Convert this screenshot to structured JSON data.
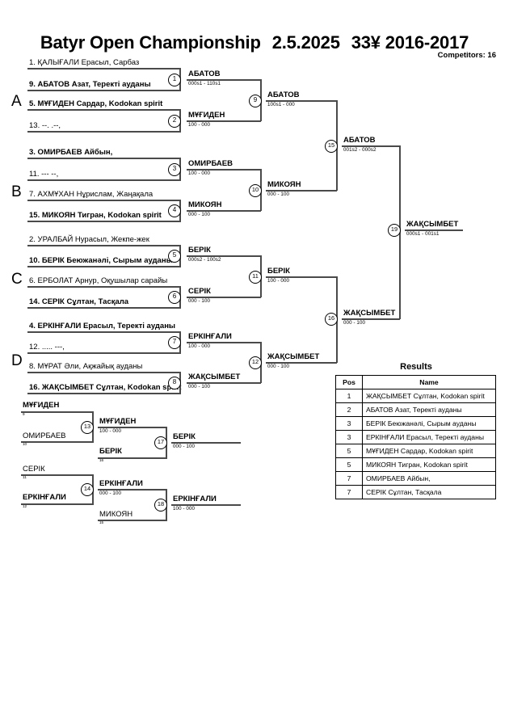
{
  "header": {
    "tournament": "Batyr Open Championship",
    "date": "2.5.2025",
    "category": "33¥ 2016-2017",
    "competitors_label": "Competitors: 16"
  },
  "group_labels": [
    "A",
    "B",
    "C",
    "D"
  ],
  "entrants": [
    {
      "seed": "1.",
      "text": "1. ҚАЛЫҒАЛИ Ерасыл, Сарбаз",
      "bold": false
    },
    {
      "seed": "9.",
      "text": "9. АБАТОВ Азат, Теректі ауданы",
      "bold": true
    },
    {
      "seed": "5.",
      "text": "5. МҰҒИДЕН Сардар, Kodokan spirit",
      "bold": true
    },
    {
      "seed": "13.",
      "text": "13. --. .--,",
      "bold": false
    },
    {
      "seed": "3.",
      "text": "3. ОМИРБАЕВ Айбын,",
      "bold": true
    },
    {
      "seed": "11.",
      "text": "11. --- --,",
      "bold": false
    },
    {
      "seed": "7.",
      "text": "7. АХМҰХАН Нұрислам, Жаңақала",
      "bold": false
    },
    {
      "seed": "15.",
      "text": "15. МИКОЯН Тигран, Kodokan spirit",
      "bold": true
    },
    {
      "seed": "2.",
      "text": "2. УРАЛБАЙ Нурасыл, Жекпе-жек",
      "bold": false
    },
    {
      "seed": "10.",
      "text": "10. БЕРІК Беюжанәлі, Сырым ауданы",
      "bold": true
    },
    {
      "seed": "6.",
      "text": "6. ЕРБОЛАТ Арнур, Оқушылар сарайы",
      "bold": false
    },
    {
      "seed": "14.",
      "text": "14. СЕРІК Сұлтан, Тасқала",
      "bold": true
    },
    {
      "seed": "4.",
      "text": "4. ЕРКІНҒАЛИ Ерасыл, Теректі ауданы",
      "bold": true
    },
    {
      "seed": "12.",
      "text": "12. ..... ---,",
      "bold": false
    },
    {
      "seed": "8.",
      "text": "8. МҰРАТ Әли, Ақжайық ауданы",
      "bold": false
    },
    {
      "seed": "16.",
      "text": "16. ЖАҚСЫМБЕТ Сұлтан, Kodokan spirit",
      "bold": true
    }
  ],
  "matches": {
    "m1": {
      "num": "1",
      "winner": "АБАТОВ",
      "score": "000s1 - 110s1"
    },
    "m2": {
      "num": "2",
      "winner": "МҰҒИДЕН",
      "score": "100 - 000"
    },
    "m3": {
      "num": "3",
      "winner": "ОМИРБАЕВ",
      "score": "100 - 000"
    },
    "m4": {
      "num": "4",
      "winner": "МИКОЯН",
      "score": "000 - 100"
    },
    "m5": {
      "num": "5",
      "winner": "БЕРІК",
      "score": "000s2 - 100s2"
    },
    "m6": {
      "num": "6",
      "winner": "СЕРІК",
      "score": "000 - 100"
    },
    "m7": {
      "num": "7",
      "winner": "ЕРКІНҒАЛИ",
      "score": "100 - 000"
    },
    "m8": {
      "num": "8",
      "winner": "ЖАҚСЫМБЕТ",
      "score": "000 - 100"
    },
    "m9": {
      "num": "9",
      "winner": "АБАТОВ",
      "score": "100s1 - 000"
    },
    "m10": {
      "num": "10",
      "winner": "МИКОЯН",
      "score": "000 - 100"
    },
    "m11": {
      "num": "11",
      "winner": "БЕРІК",
      "score": "100 - 000"
    },
    "m12": {
      "num": "12",
      "winner": "ЖАҚСЫМБЕТ",
      "score": "000 - 100"
    },
    "m15": {
      "num": "15",
      "winner": "АБАТОВ",
      "score": "001s2 - 000s2"
    },
    "m16": {
      "num": "16",
      "winner": "ЖАҚСЫМБЕТ",
      "score": "000 - 100"
    },
    "m19": {
      "num": "19",
      "winner": "ЖАҚСЫМБЕТ",
      "score": "000s1 - 001s1"
    },
    "m13": {
      "num": "13",
      "winner": "МҰҒИДЕН",
      "score": "100 - 000"
    },
    "m14": {
      "num": "14",
      "winner": "ЕРКІНҒАЛИ",
      "score": "000 - 100"
    },
    "m17": {
      "num": "17",
      "winner": "БЕРІК",
      "score": "000 - 100"
    },
    "m18": {
      "num": "18",
      "winner": "ЕРКІНҒАЛИ",
      "score": "100 - 000"
    }
  },
  "repechage": {
    "r1": {
      "name": "МҰҒИДЕН",
      "ref": "9",
      "bold": true
    },
    "r2": {
      "name": "ОМИРБАЕВ",
      "ref": "10",
      "bold": false
    },
    "r3": {
      "name": "БЕРІК",
      "ref": "16",
      "bold": true
    },
    "r4": {
      "name": "СЕРІК",
      "ref": "11",
      "bold": false
    },
    "r5": {
      "name": "ЕРКІНҒАЛИ",
      "ref": "12",
      "bold": true
    },
    "r6": {
      "name": "МИКОЯН",
      "ref": "15",
      "bold": false
    }
  },
  "results": {
    "title": "Results",
    "columns": [
      "Pos",
      "Name"
    ],
    "rows": [
      {
        "pos": "1",
        "name": "ЖАҚСЫМБЕТ Сұлтан, Kodokan spirit"
      },
      {
        "pos": "2",
        "name": "АБАТОВ Азат, Теректі ауданы"
      },
      {
        "pos": "3",
        "name": "БЕРІК Беюжанәлі, Сырым ауданы"
      },
      {
        "pos": "3",
        "name": "ЕРКІНҒАЛИ Ерасыл, Теректі ауданы"
      },
      {
        "pos": "5",
        "name": "МҰҒИДЕН Сардар, Kodokan spirit"
      },
      {
        "pos": "5",
        "name": "МИКОЯН Тигран, Kodokan spirit"
      },
      {
        "pos": "7",
        "name": "ОМИРБАЕВ Айбын,"
      },
      {
        "pos": "7",
        "name": "СЕРІК Сұлтан, Тасқала"
      }
    ]
  }
}
